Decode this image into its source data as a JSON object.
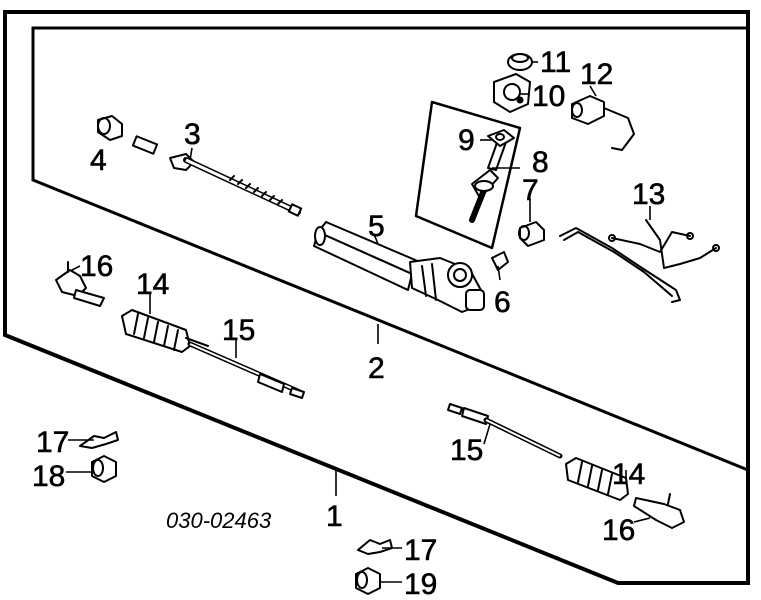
{
  "diagram": {
    "code": "030-02463",
    "callouts": {
      "c1": "1",
      "c2": "2",
      "c3": "3",
      "c4": "4",
      "c5": "5",
      "c6": "6",
      "c7": "7",
      "c8": "8",
      "c9": "9",
      "c10": "10",
      "c11": "11",
      "c12": "12",
      "c13": "13",
      "c14a": "14",
      "c14b": "14",
      "c15a": "15",
      "c15b": "15",
      "c16a": "16",
      "c16b": "16",
      "c17a": "17",
      "c17b": "17",
      "c18": "18",
      "c19": "19"
    }
  }
}
